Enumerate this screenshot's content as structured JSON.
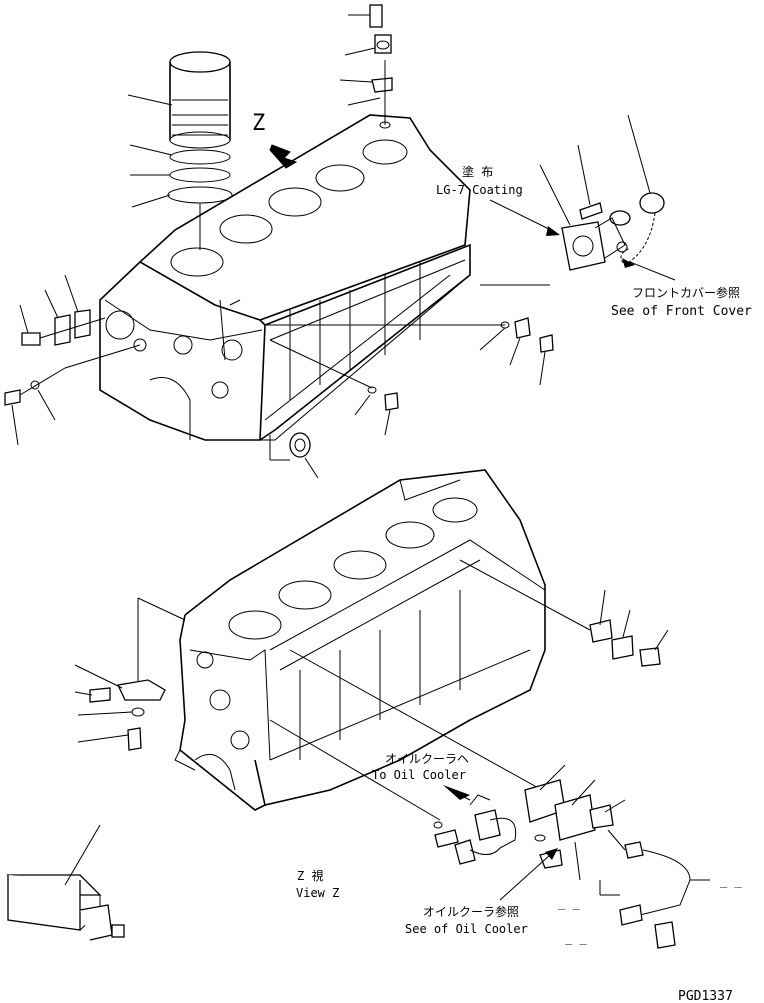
{
  "labels": {
    "view_marker": "Z",
    "coating_jp": "塗 布",
    "coating_en": "LG-7 Coating",
    "front_cover_jp": "フロントカバー参照",
    "front_cover_en": "See of Front Cover",
    "to_oil_cooler_jp": "オイルクーラヘ",
    "to_oil_cooler_en": "To Oil Cooler",
    "view_z_jp": "Z  視",
    "view_z_en": "View Z",
    "see_oil_cooler_jp": "オイルクーラ参照",
    "see_oil_cooler_en": "See of Oil Cooler",
    "drawing_id": "PGD1337",
    "dash_marks": [
      "_ _",
      "_ _",
      "_ _"
    ]
  }
}
